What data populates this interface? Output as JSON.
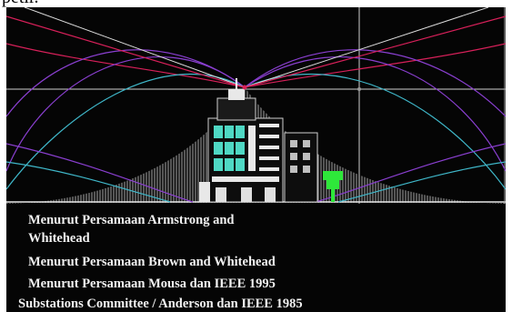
{
  "caption": "petir.",
  "legend": [
    {
      "line1": "Menurut Persamaan Armstrong and",
      "line2": "Whitehead"
    },
    {
      "line1": "Menurut Persamaan Brown and Whitehead"
    },
    {
      "line1": "Menurut Persamaan Mousa dan IEEE 1995"
    },
    {
      "line1": "Substations Committee / Anderson dan IEEE 1985"
    }
  ],
  "colors": {
    "background": "#050505",
    "arc_red": "#d8205a",
    "arc_purple": "#8a3fd0",
    "arc_cyan": "#3fb7c9",
    "guide": "#c8c8c8",
    "building_cyan": "#4fd8c4",
    "tree_green": "#2ee83a"
  }
}
